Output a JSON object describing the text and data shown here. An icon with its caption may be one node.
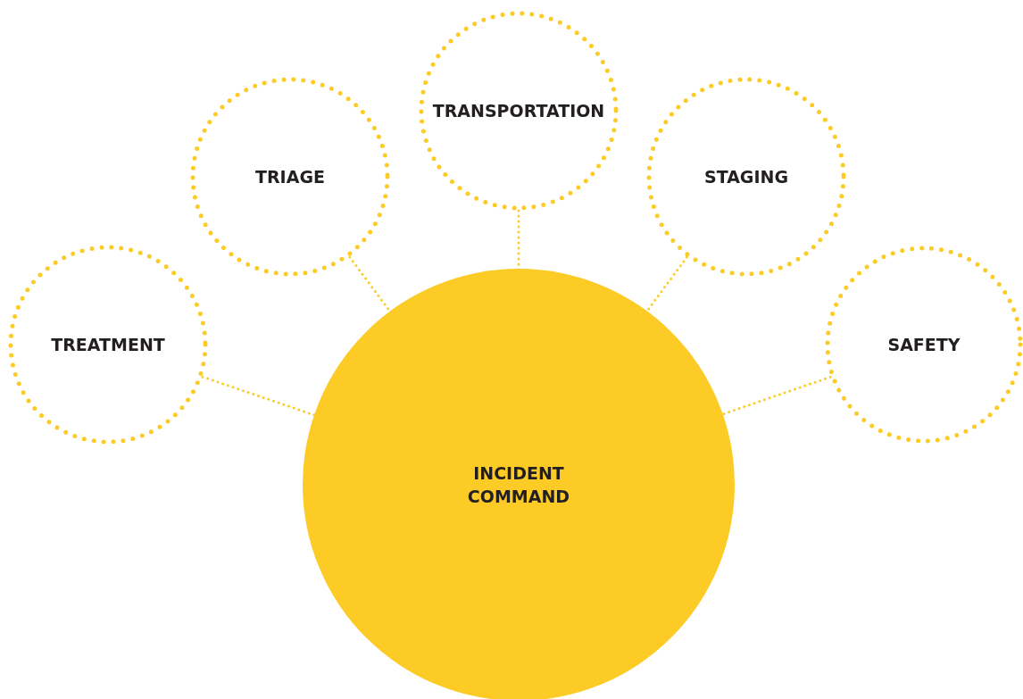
{
  "diagram": {
    "nodes": [
      {
        "text": [
          "TRANSPORTATION"
        ]
      },
      {
        "text": [
          "TRIAGE"
        ]
      },
      {
        "text": [
          "STAGING"
        ]
      },
      {
        "text": [
          "TREATMENT"
        ]
      },
      {
        "text": [
          "SAFETY"
        ]
      },
      {
        "text": [
          "INCIDENT COMMAND"
        ]
      }
    ],
    "edges": [
      {
        "from": 0,
        "to": 5,
        "arrow": "none"
      },
      {
        "from": 1,
        "to": 5,
        "arrow": "none"
      },
      {
        "from": 2,
        "to": 5,
        "arrow": "none"
      },
      {
        "from": 3,
        "to": 5,
        "arrow": "none"
      },
      {
        "from": 4,
        "to": 5,
        "arrow": "none"
      }
    ]
  }
}
